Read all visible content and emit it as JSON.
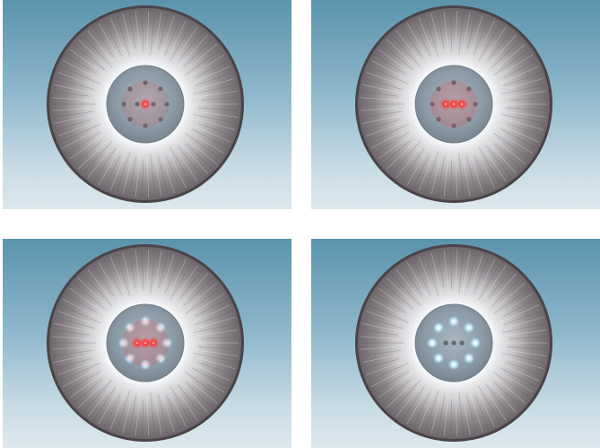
{
  "panels": [
    {
      "id": "panel-1",
      "lit_leds": [
        {
          "ring": "center",
          "color": "red"
        }
      ]
    },
    {
      "id": "panel-2",
      "lit_leds": [
        {
          "ring": "center-row",
          "color": "red"
        }
      ]
    },
    {
      "id": "panel-3",
      "lit_leds": [
        {
          "ring": "center-row",
          "color": "red"
        },
        {
          "ring": "outer",
          "color": "white-blue"
        }
      ]
    },
    {
      "id": "panel-4",
      "lit_leds": [
        {
          "ring": "outer",
          "color": "white-blue"
        }
      ]
    }
  ],
  "colors": {
    "sky_top": "#5b93ad",
    "sky_bottom": "#dde8ee",
    "lamp_rim": "#4a4448",
    "lamp_body": "#8a8488",
    "red_led": "#ff3a3a",
    "white_led": "#cfefff",
    "inner_disc": "#8a9aa6"
  }
}
